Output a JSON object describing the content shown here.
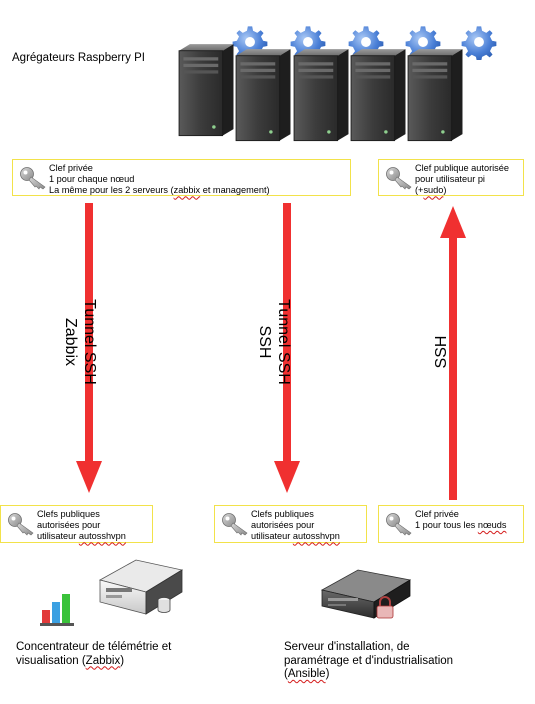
{
  "header": {
    "title": "Agrégateurs Raspberry PI"
  },
  "top_boxes": {
    "left": {
      "line1": "Clef privée",
      "line2": "1 pour chaque nœud",
      "line3_pre": "La même pour les 2 serveurs (",
      "line3_ul": "zabbix",
      "line3_post": " et management)"
    },
    "right": {
      "line1": "Clef publique autorisée",
      "line2": "pour utilisateur pi",
      "line3_pre": "(+",
      "line3_ul": "sudo",
      "line3_post": ")"
    }
  },
  "arrows": {
    "left": {
      "line1": "Tunnel SSH",
      "line2": "Zabbix"
    },
    "middle": {
      "line1": "Tunnel SSH",
      "line2": "SSH"
    },
    "right": {
      "line1": "SSH"
    }
  },
  "bottom_boxes": {
    "left": {
      "line1": "Clefs publiques",
      "line2": "autorisées pour",
      "line3_pre": "utilisateur ",
      "line3_ul": "autosshvpn"
    },
    "middle": {
      "line1": "Clefs publiques",
      "line2": "autorisées pour",
      "line3_pre": "utilisateur ",
      "line3_ul": "autosshvpn"
    },
    "right": {
      "line1": "Clef privée",
      "line2_pre": "1 pour tous les ",
      "line2_ul": "nœuds"
    }
  },
  "captions": {
    "left": {
      "line1": "Concentrateur de télémétrie et",
      "line2_pre": "visualisation (",
      "line2_ul": "Zabbix",
      "line2_post": ")"
    },
    "right": {
      "line1": "Serveur d'installation, de",
      "line2": "paramétrage et d'industrialisation",
      "line3_pre": "(",
      "line3_ul": "Ansible",
      "line3_post": ")"
    }
  },
  "colors": {
    "arrow": "#f03030",
    "box_border": "#f2e24a",
    "gear": "#4a7fd6",
    "tower": "#3a3a3a"
  },
  "icons": [
    "gear-icon",
    "server-tower-icon",
    "key-icon",
    "rack-server-icon",
    "bar-chart-icon",
    "database-icon",
    "lock-icon"
  ]
}
